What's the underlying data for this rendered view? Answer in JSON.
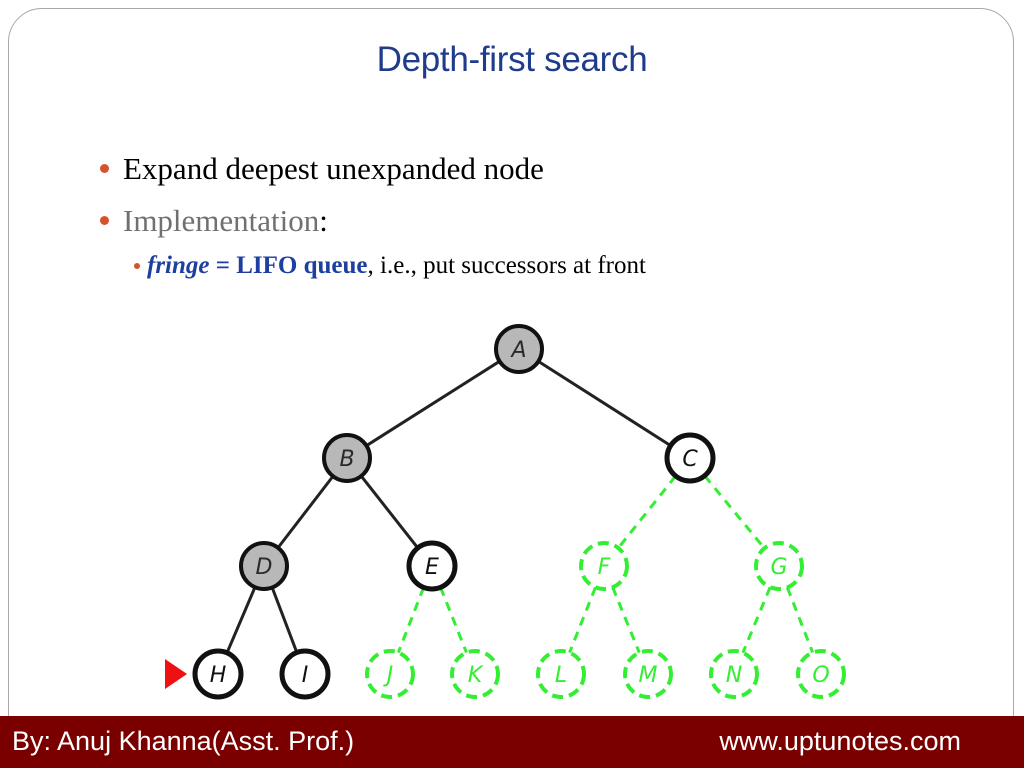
{
  "slide": {
    "title": "Depth-first search",
    "bullets": [
      {
        "text": "Expand deepest unexpanded node"
      },
      {
        "lead": "Implementation",
        "rest": ":"
      }
    ],
    "sub_bullet": {
      "fringe": "fringe",
      "equals": " = ",
      "queue": "LIFO queue",
      "rest": ", i.e., put successors at front"
    }
  },
  "tree": {
    "nodes": [
      {
        "id": "A",
        "label": "A",
        "state": "expanded"
      },
      {
        "id": "B",
        "label": "B",
        "state": "expanded"
      },
      {
        "id": "C",
        "label": "C",
        "state": "fringe"
      },
      {
        "id": "D",
        "label": "D",
        "state": "expanded"
      },
      {
        "id": "E",
        "label": "E",
        "state": "fringe"
      },
      {
        "id": "F",
        "label": "F",
        "state": "unexplored"
      },
      {
        "id": "G",
        "label": "G",
        "state": "unexplored"
      },
      {
        "id": "H",
        "label": "H",
        "state": "fringe",
        "current": true
      },
      {
        "id": "I",
        "label": "I",
        "state": "fringe"
      },
      {
        "id": "J",
        "label": "J",
        "state": "unexplored"
      },
      {
        "id": "K",
        "label": "K",
        "state": "unexplored"
      },
      {
        "id": "L",
        "label": "L",
        "state": "unexplored"
      },
      {
        "id": "M",
        "label": "M",
        "state": "unexplored"
      },
      {
        "id": "N",
        "label": "N",
        "state": "unexplored"
      },
      {
        "id": "O",
        "label": "O",
        "state": "unexplored"
      }
    ],
    "edges": [
      {
        "from": "A",
        "to": "B",
        "style": "solid"
      },
      {
        "from": "A",
        "to": "C",
        "style": "solid"
      },
      {
        "from": "B",
        "to": "D",
        "style": "solid"
      },
      {
        "from": "B",
        "to": "E",
        "style": "solid"
      },
      {
        "from": "C",
        "to": "F",
        "style": "dashed"
      },
      {
        "from": "C",
        "to": "G",
        "style": "dashed"
      },
      {
        "from": "D",
        "to": "H",
        "style": "solid"
      },
      {
        "from": "D",
        "to": "I",
        "style": "solid"
      },
      {
        "from": "E",
        "to": "J",
        "style": "dashed"
      },
      {
        "from": "E",
        "to": "K",
        "style": "dashed"
      },
      {
        "from": "F",
        "to": "L",
        "style": "dashed"
      },
      {
        "from": "F",
        "to": "M",
        "style": "dashed"
      },
      {
        "from": "G",
        "to": "N",
        "style": "dashed"
      },
      {
        "from": "G",
        "to": "O",
        "style": "dashed"
      }
    ],
    "colors": {
      "expanded_fill": "#b8b8b8",
      "fringe_fill": "#ffffff",
      "unexplored_stroke": "#33ee33",
      "solid_edge": "#222222",
      "pointer": "#ee1111"
    }
  },
  "footer": {
    "left": "By: Anuj Khanna(Asst. Prof.)",
    "right": "www.uptunotes.com"
  }
}
